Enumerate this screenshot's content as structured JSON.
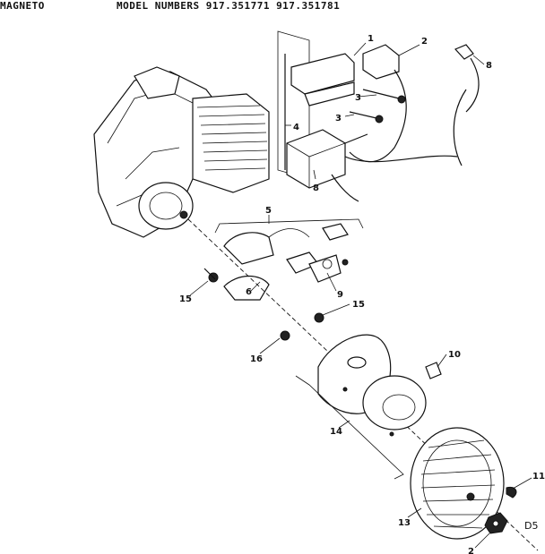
{
  "header": {
    "section": "MAGNETO",
    "models": "MODEL NUMBERS 917.351771 917.351781"
  },
  "callouts": [
    "1",
    "2",
    "3",
    "3",
    "4",
    "5",
    "6",
    "8",
    "9",
    "10",
    "11",
    "13",
    "14",
    "15",
    "15",
    "16",
    "2",
    "8"
  ],
  "figure_code": "D5"
}
